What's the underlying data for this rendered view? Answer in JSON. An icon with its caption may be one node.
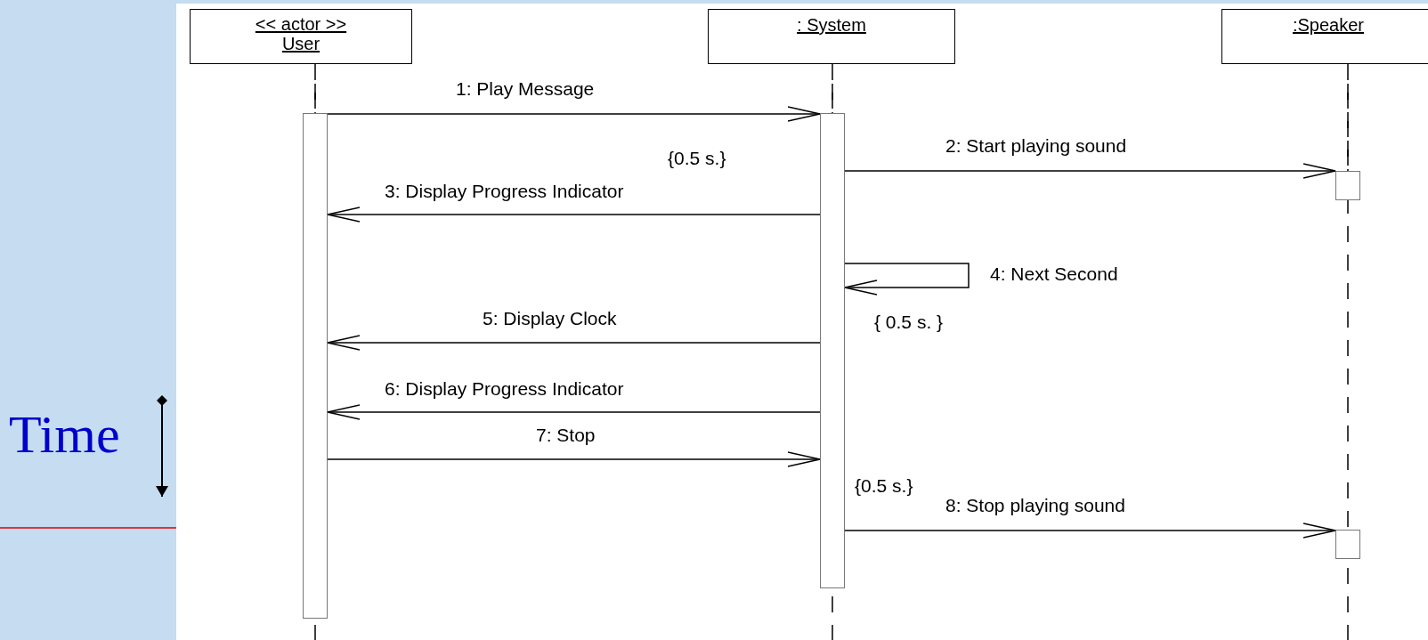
{
  "diagram": {
    "nodes": [
      {
        "text": [
          "<< actor >>",
          "User"
        ]
      },
      {
        "text": [
          ": System"
        ]
      },
      {
        "text": [
          ":Speaker"
        ]
      },
      {
        "text": [],
        "shape": "bar"
      },
      {
        "text": [],
        "shape": "bar"
      },
      {
        "text": [],
        "shape": "bar"
      },
      {
        "text": [],
        "shape": "bar"
      }
    ],
    "edges": [
      {
        "from": 0,
        "to": 3,
        "arrow": "none",
        "style": "dashed"
      },
      {
        "from": 1,
        "to": 4,
        "arrow": "none",
        "style": "dashed"
      },
      {
        "from": 2,
        "to": 5,
        "arrow": "none",
        "style": "dashed"
      },
      {
        "from": 3,
        "to": 4,
        "arrow": "to",
        "label": "1: Play Message"
      },
      {
        "from": 4,
        "to": 5,
        "arrow": "to",
        "label": "2: Start playing sound"
      },
      {
        "from": 4,
        "to": 3,
        "arrow": "to",
        "label": "3: Display Progress Indicator"
      },
      {
        "from": 4,
        "to": 4,
        "arrow": "to",
        "label": "4:  Next Second"
      },
      {
        "from": 4,
        "to": 3,
        "arrow": "to",
        "label": "5: Display Clock"
      },
      {
        "from": 4,
        "to": 3,
        "arrow": "to",
        "label": "6: Display Progress Indicator"
      },
      {
        "from": 3,
        "to": 4,
        "arrow": "to",
        "label": "7: Stop"
      },
      {
        "from": 4,
        "to": 6,
        "arrow": "to",
        "label": "8: Stop playing sound"
      }
    ],
    "labels": [
      "{0.5 s.}",
      "{ 0.5 s. }",
      "{0.5 s.}",
      "Time"
    ]
  }
}
